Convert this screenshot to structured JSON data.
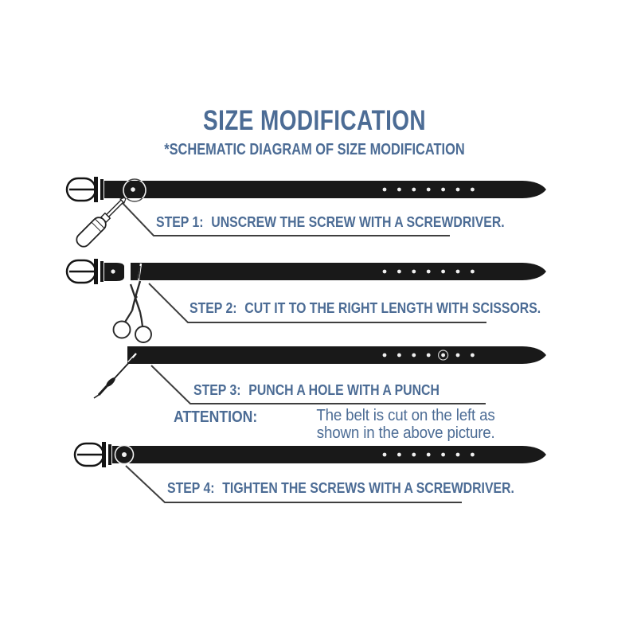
{
  "page": {
    "title": "SIZE MODIFICATION",
    "subtitle": "*SCHEMATIC DIAGRAM OF SIZE MODIFICATION"
  },
  "colors": {
    "text_accent": "#4c6c95",
    "belt": "#191919",
    "leader_line": "#3f3f3f",
    "buckle_outline": "#151515",
    "hole": "#f0f0f0"
  },
  "steps": [
    {
      "label": "STEP 1:",
      "text": "UNSCREW THE SCREW WITH A SCREWDRIVER.",
      "icon": "screwdriver-icon",
      "illustration": "buckled belt with screwdriver at the buckle screw"
    },
    {
      "label": "STEP 2:",
      "text": "CUT IT TO THE RIGHT LENGTH WITH SCISSORS.",
      "icon": "scissors-icon",
      "illustration": "belt separated into buckle piece and strap, scissors cutting strap near left end"
    },
    {
      "label": "STEP 3:",
      "text": "PUNCH A HOLE WITH A PUNCH",
      "icon": "punch-icon",
      "illustration": "strap without buckle, punch tool at left end"
    },
    {
      "label": "STEP 4:",
      "text": "TIGHTEN THE SCREWS WITH A SCREWDRIVER.",
      "icon": "screw-highlight-ring",
      "illustration": "reassembled buckled belt with screw highlighted"
    }
  ],
  "attention": {
    "label": "ATTENTION:",
    "line1": "The belt is cut on the left as",
    "line2": "shown in the above picture."
  },
  "belt_details": {
    "holes_per_belt": 7,
    "belt_count": 4
  }
}
